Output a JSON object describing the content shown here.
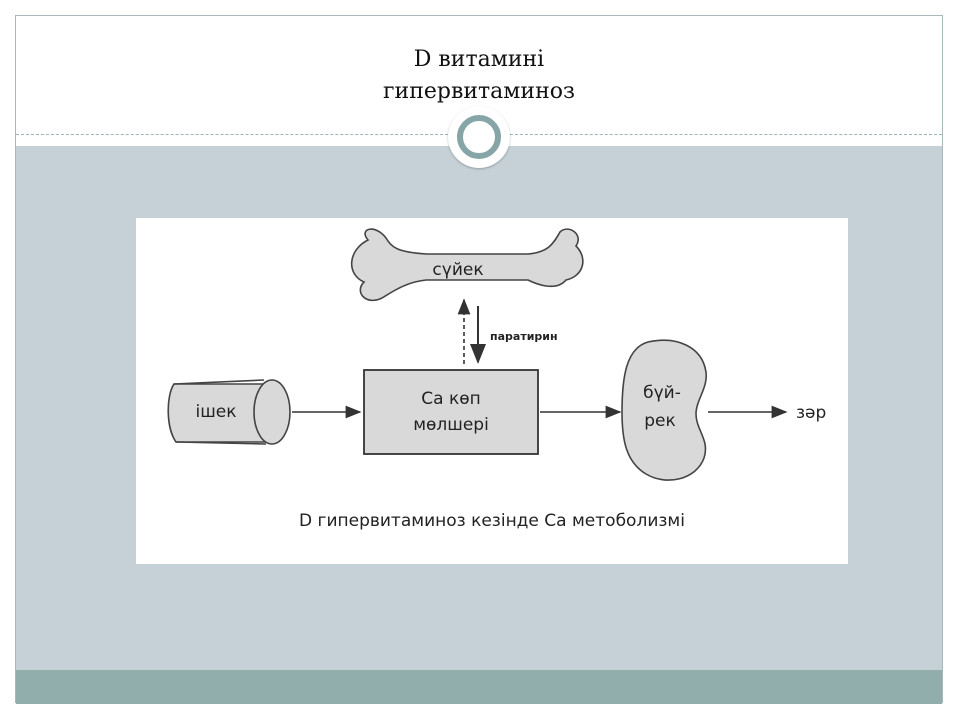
{
  "slide": {
    "title_line1": "D витамині",
    "title_line2": "гипервитаминоз"
  },
  "diagram": {
    "bone_label": "сүйек",
    "intestine_label": "ішек",
    "center_box_line1": "Са көп",
    "center_box_line2": "мөлшері",
    "kidney_line1": "бүй-",
    "kidney_line2": "рек",
    "urine_label": "зәр",
    "hormone_label": "паратирин",
    "caption": "D гипервитаминоз кезінде Са метоболизмі"
  },
  "icons": {
    "bullet_ring": "ring-icon"
  },
  "colors": {
    "content_bg": "#c5d1d6",
    "footer_band": "#92aeac",
    "ring": "#86a5a7",
    "shape_fill": "#d9d9d9"
  }
}
